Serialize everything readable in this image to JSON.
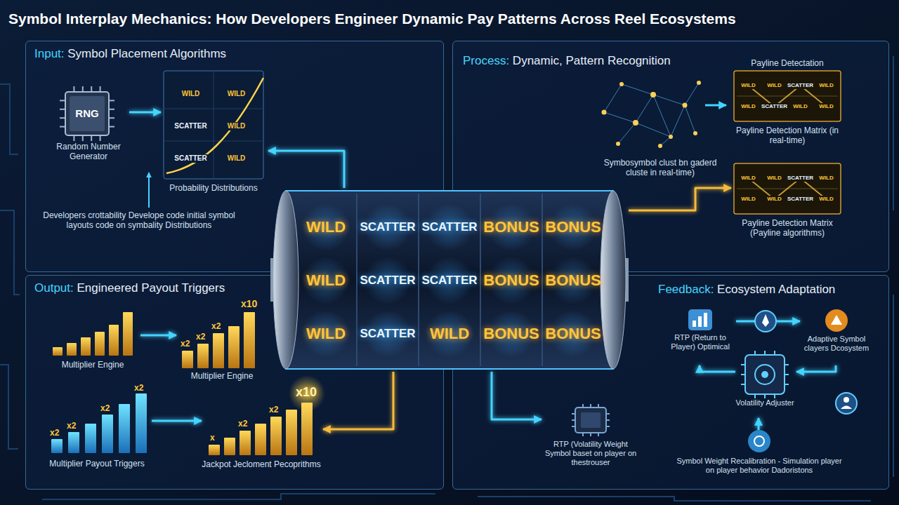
{
  "diagram": {
    "title": "Symbol Interplay Mechanics: How Developers Engineer Dynamic Pay Patterns Across Reel Ecosystems",
    "nodes": [
      {
        "text": [
          "Input: Symbol Placement Algorithms"
        ]
      },
      {
        "text": [
          "RNG",
          "Random Number Generator"
        ],
        "in": 0
      },
      {
        "text": [
          "WILD",
          "WILD",
          "SCATTER",
          "WILD",
          "SCATTER",
          "WILD",
          "Probability Distributions"
        ],
        "in": 0
      },
      {
        "text": [
          "Process: Dynamic, Pattern Recognition"
        ]
      },
      {
        "text": [
          "Payline Detectation",
          "WILD",
          "WILD",
          "SCATTER",
          "WILD",
          "WILD",
          "SCATTER",
          "WILD",
          "WILD",
          "Payline Detection Matrix (in real-time)"
        ],
        "in": 3
      },
      {
        "text": [
          "WILD",
          "WILD",
          "SCATTER",
          "WILD",
          "WILD",
          "WILD",
          "SCATTER",
          "WILD",
          "Payline Detection Matrix (Payline algorithms)"
        ],
        "in": 3
      },
      {
        "text": [
          "WILD",
          "SCATTER",
          "SCATTER",
          "BONUS",
          "BONUS",
          "WILD",
          "SCATTER",
          "SCATTER",
          "BONUS",
          "BONUS",
          "WILD",
          "SCATTER",
          "WILD",
          "BONUS",
          "BONUS"
        ]
      },
      {
        "text": [
          "Output: Engineered Payout Triggers"
        ]
      },
      {
        "text": [
          "Multiplier Engine"
        ],
        "in": 7
      },
      {
        "text": [
          "x2",
          "x2",
          "x2",
          "x10",
          "Multiplier Engine"
        ],
        "in": 7
      },
      {
        "text": [
          "x2",
          "x2",
          "x2",
          "x2",
          "Multiplier Payout Triggers"
        ],
        "in": 7
      },
      {
        "text": [
          "x",
          "x2",
          "x2",
          "x10",
          "Jackpot Jecloment Pecoprithms"
        ],
        "in": 7
      },
      {
        "text": [
          "Feedback: Ecosystem Adaptation"
        ]
      },
      {
        "text": [
          "RTP (Return to Player) Optimical"
        ],
        "in": 12
      },
      {
        "text": [
          "Adaptive Symbol clayers Dcosystem"
        ],
        "in": 12
      },
      {
        "text": [
          "Volatility Adjuster"
        ],
        "in": 12
      },
      {
        "text": [
          "Symbol Weight Recalibration - Simulation player on player behavior Dadoristons"
        ],
        "in": 12
      },
      {
        "text": [
          "RTP (Volatility Weight Symbol baset on player on thestrouser"
        ],
        "in": 12
      }
    ],
    "edges": [
      {
        "from": 6,
        "to": 2,
        "arrow": "to"
      },
      {
        "from": 6,
        "to": 5,
        "arrow": "to"
      },
      {
        "from": 6,
        "to": 11,
        "arrow": "to"
      },
      {
        "from": 6,
        "to": 17,
        "arrow": "to"
      },
      {
        "from": 1,
        "to": 2,
        "arrow": "to"
      },
      {
        "from": 8,
        "to": 9,
        "arrow": "to"
      },
      {
        "from": 10,
        "to": 11,
        "arrow": "to"
      },
      {
        "from": 13,
        "to": 14,
        "arrow": "to"
      },
      {
        "from": 14,
        "to": 15,
        "arrow": "to"
      },
      {
        "from": 16,
        "to": 15,
        "arrow": "to"
      },
      {
        "from": 15,
        "to": 13,
        "arrow": "to"
      }
    ],
    "labels": [
      "Developers crottability Develope code initial symbol layouts code on symbality Distributions",
      "Symbosymbol clust bn gaderd cluste in real-time)"
    ]
  }
}
